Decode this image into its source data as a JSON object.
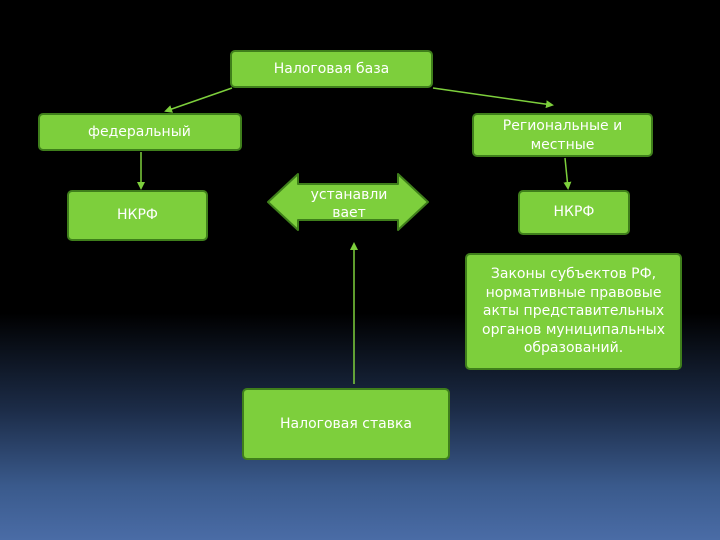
{
  "diagram": {
    "tax_base": "Налоговая база",
    "federal": "федеральный",
    "regional_local": "Региональные и местные",
    "nkrf_left": "НКРФ",
    "nkrf_right": "НКРФ",
    "establishes": "устанавли вает",
    "laws": "Законы субъектов РФ, нормативные правовые акты представительных органов муниципальных образований.",
    "tax_rate": "Налоговая ставка"
  },
  "colors": {
    "box_fill": "#7dcf3c",
    "box_border": "#3f7f1b",
    "connector": "#7dcf3c",
    "text": "#ffffff"
  }
}
